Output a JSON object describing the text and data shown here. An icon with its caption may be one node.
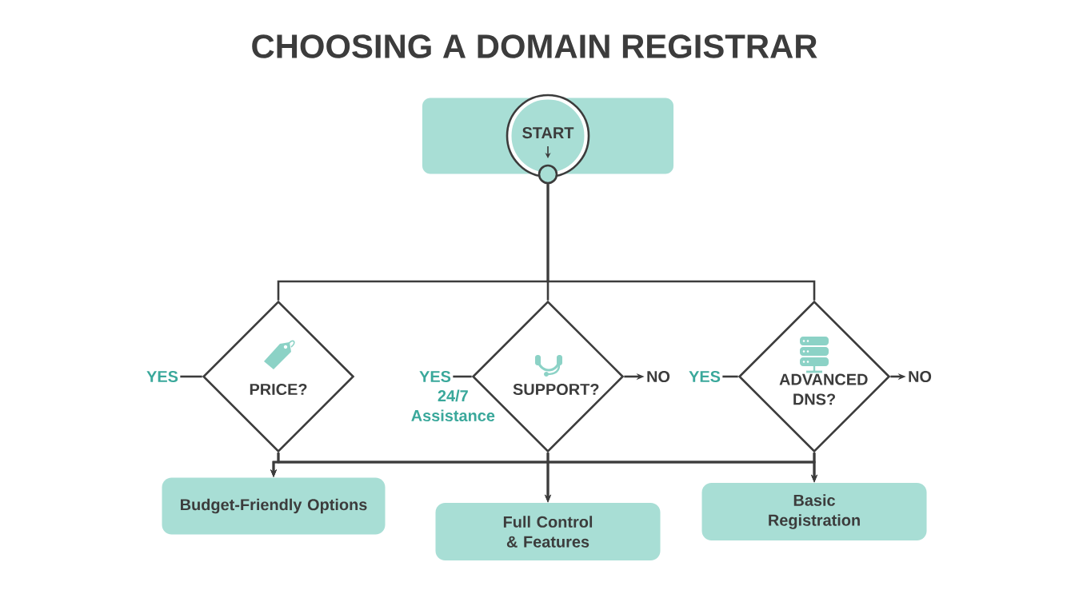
{
  "diagram": {
    "title": "CHOOSING A DOMAIN REGISTRAR",
    "nodes": [
      {
        "text": [],
        "shape": "box"
      },
      {
        "text": [
          "START"
        ],
        "in": 0
      },
      {
        "text": [],
        "shape": "circle"
      },
      {
        "text": [
          "PRICE?"
        ]
      },
      {
        "text": [
          "SUPPORT?"
        ]
      },
      {
        "text": [
          "ADVANCED DNS?"
        ]
      },
      {
        "text": [
          "YES"
        ]
      },
      {
        "text": [
          "YES"
        ],
        "beside": [
          "24/7 Assistance"
        ]
      },
      {
        "text": [
          "NO"
        ]
      },
      {
        "text": [
          "YES"
        ]
      },
      {
        "text": [
          "NO"
        ]
      },
      {
        "text": [
          "Budget-Friendly Options"
        ]
      },
      {
        "text": [
          "Full Control & Features"
        ]
      },
      {
        "text": [
          "Basic Registration"
        ]
      }
    ],
    "edges": [
      {
        "from": 2,
        "to": 3,
        "arrow": "none"
      },
      {
        "from": 2,
        "to": 4,
        "arrow": "none"
      },
      {
        "from": 2,
        "to": 5,
        "arrow": "none"
      },
      {
        "from": 3,
        "to": 6,
        "arrow": "none"
      },
      {
        "from": 4,
        "to": 7,
        "arrow": "none"
      },
      {
        "from": 4,
        "to": 8,
        "arrow": "to"
      },
      {
        "from": 5,
        "to": 9,
        "arrow": "none"
      },
      {
        "from": 5,
        "to": 10,
        "arrow": "to"
      },
      {
        "from": 3,
        "to": 11,
        "arrow": "to"
      },
      {
        "from": 3,
        "to": 12,
        "arrow": "to"
      },
      {
        "from": 3,
        "to": 13,
        "arrow": "to"
      },
      {
        "from": 4,
        "to": 11,
        "arrow": "to"
      },
      {
        "from": 4,
        "to": 12,
        "arrow": "to"
      },
      {
        "from": 4,
        "to": 13,
        "arrow": "to"
      },
      {
        "from": 5,
        "to": 11,
        "arrow": "to"
      },
      {
        "from": 5,
        "to": 12,
        "arrow": "to"
      },
      {
        "from": 5,
        "to": 13,
        "arrow": "to"
      }
    ]
  }
}
